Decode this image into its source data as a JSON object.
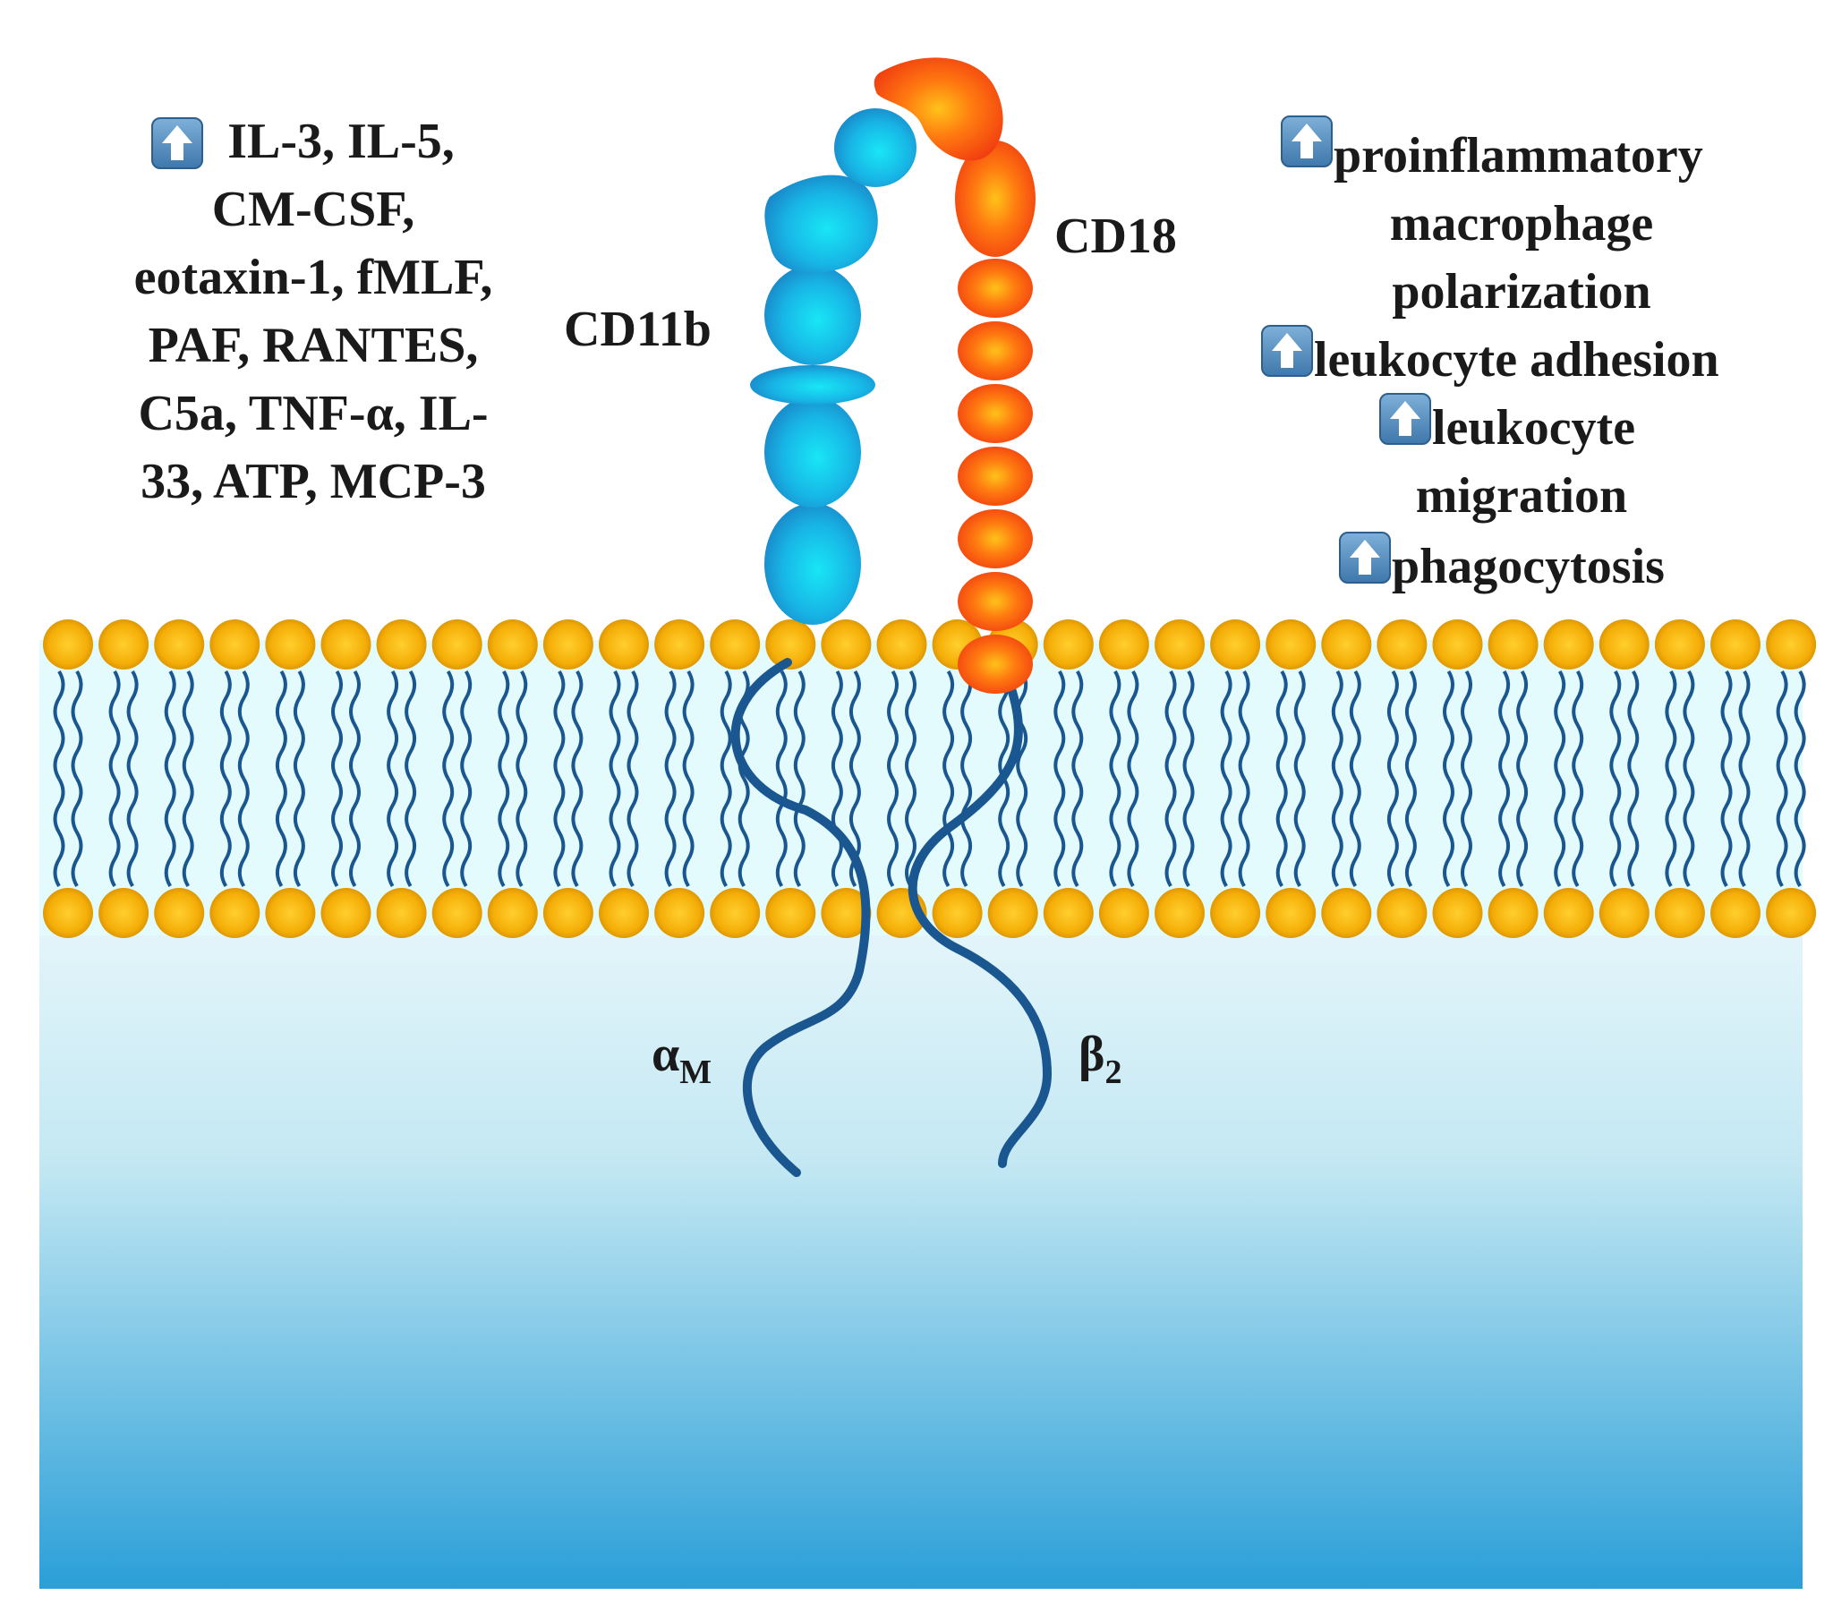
{
  "colors": {
    "cd11b": "#1ab0e8",
    "cd18": "#ff4d10",
    "head_fill": "#f2a800",
    "tail_stroke": "#1a5690",
    "cytoplasm_top": "#e3f5fa",
    "cytoplasm_bottom": "#2a9fd8"
  },
  "icons": [
    "up-arrow-icon"
  ],
  "stimuli": {
    "lines": [
      "IL-3, IL-5,",
      "CM-CSF,",
      "eotaxin-1, fMLF,",
      "PAF, RANTES,",
      "C5a, TNF-α, IL-",
      "33, ATP, MCP-3"
    ]
  },
  "proteins": {
    "alpha_name": "CD11b",
    "beta_name": "CD18"
  },
  "subunits": {
    "alpha_symbol": "α",
    "alpha_sub": "M",
    "beta_symbol": "β",
    "beta_sub": "2"
  },
  "effects": {
    "line1": "proinflammatory",
    "line2": "macrophage",
    "line3": "polarization",
    "line4": "leukocyte adhesion",
    "line5": "leukocyte",
    "line6": "migration",
    "line7": "phagocytosis"
  }
}
